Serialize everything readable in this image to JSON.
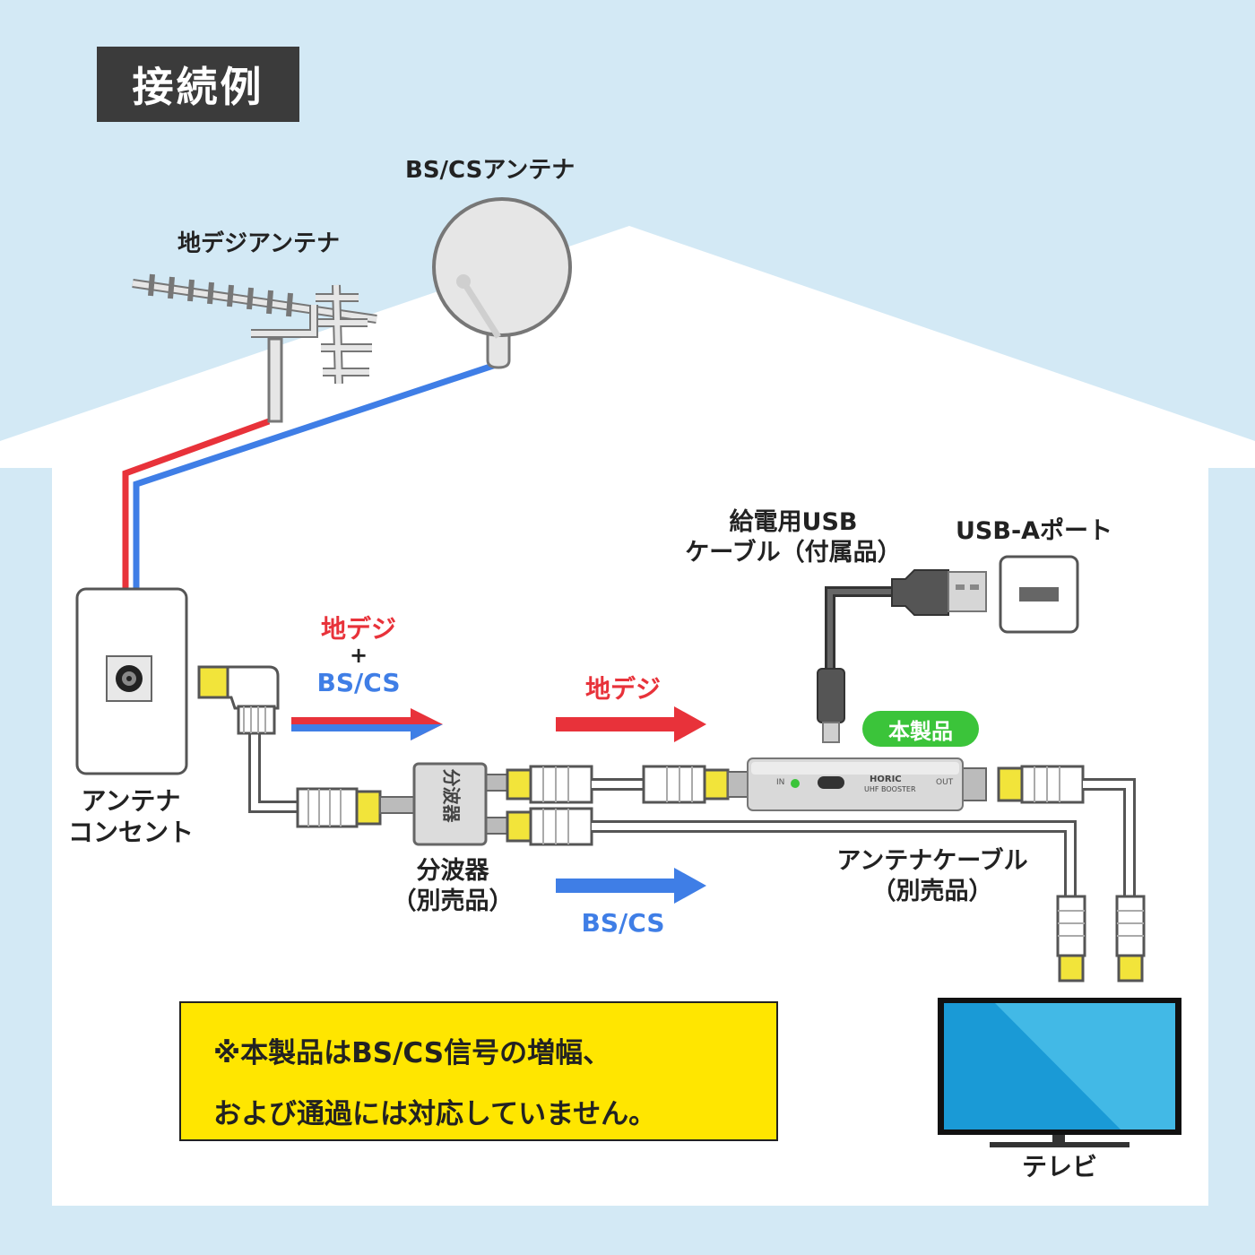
{
  "title": "接続例",
  "labels": {
    "bscs_antenna": "BS/CSアンテナ",
    "terrestrial_antenna": "地デジアンテナ",
    "antenna_outlet_line1": "アンテナ",
    "antenna_outlet_line2": "コンセント",
    "signal_in_terrestrial": "地デジ",
    "signal_in_plus": "+",
    "signal_in_bscs": "BS/CS",
    "signal_out_terrestrial": "地デジ",
    "signal_out_bscs": "BS/CS",
    "splitter_body": "分波器",
    "splitter_line1": "分波器",
    "splitter_line2": "（別売品）",
    "usb_cable_line1": "給電用USB",
    "usb_cable_line2": "ケーブル（付属品）",
    "usb_port": "USB-Aポート",
    "product_badge": "本製品",
    "booster_brand": "HORIC",
    "booster_model": "UHF BOOSTER",
    "booster_in": "IN",
    "booster_out": "OUT",
    "antenna_cable_line1": "アンテナケーブル",
    "antenna_cable_line2": "（別売品）",
    "tv": "テレビ"
  },
  "note": {
    "line1": "※本製品はBS/CS信号の増幅、",
    "line2": "および通過には対応していません。"
  },
  "colors": {
    "sky": "#d3e9f5",
    "house": "#ffffff",
    "terrestrial_red": "#e8323a",
    "bscs_blue": "#3f7ee6",
    "badge_green": "#3bc43a",
    "note_yellow": "#ffe600",
    "connector_yellow": "#f2e43a",
    "tv_screen": "#1a9ad6"
  }
}
